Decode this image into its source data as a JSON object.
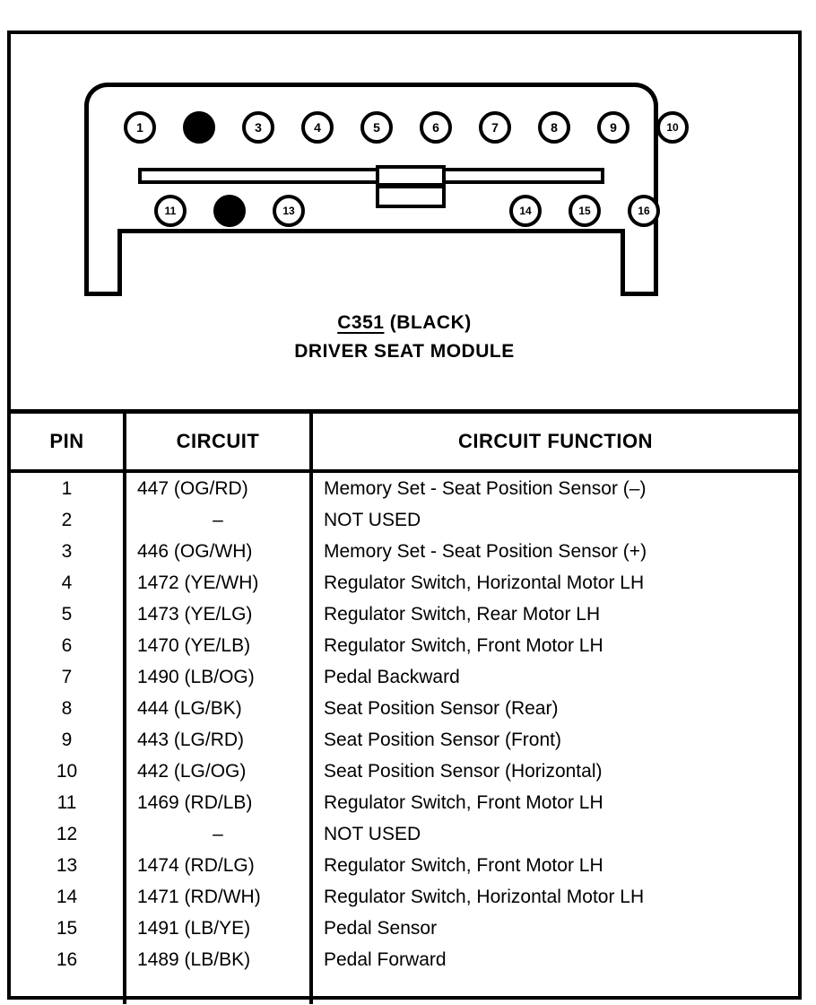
{
  "connector": {
    "label_id": "C351",
    "label_color": "(BLACK)",
    "label_name": "DRIVER SEAT MODULE",
    "top_row_pins": [
      {
        "number": "1",
        "filled": false
      },
      {
        "number": "2",
        "filled": true
      },
      {
        "number": "3",
        "filled": false
      },
      {
        "number": "4",
        "filled": false
      },
      {
        "number": "5",
        "filled": false
      },
      {
        "number": "6",
        "filled": false
      },
      {
        "number": "7",
        "filled": false
      },
      {
        "number": "8",
        "filled": false
      },
      {
        "number": "9",
        "filled": false
      },
      {
        "number": "10",
        "filled": false
      }
    ],
    "bottom_row_pins": [
      {
        "number": "11",
        "filled": false
      },
      {
        "number": "12",
        "filled": true
      },
      {
        "number": "13",
        "filled": false
      },
      {
        "number": "14",
        "filled": false
      },
      {
        "number": "15",
        "filled": false
      },
      {
        "number": "16",
        "filled": false
      }
    ]
  },
  "table": {
    "headers": {
      "pin": "PIN",
      "circuit": "CIRCUIT",
      "function": "CIRCUIT FUNCTION"
    },
    "rows": [
      {
        "pin": "1",
        "circuit": "447 (OG/RD)",
        "function": "Memory Set - Seat Position Sensor (–)"
      },
      {
        "pin": "2",
        "circuit": "–",
        "function": "NOT USED"
      },
      {
        "pin": "3",
        "circuit": "446 (OG/WH)",
        "function": "Memory Set - Seat Position Sensor (+)"
      },
      {
        "pin": "4",
        "circuit": "1472 (YE/WH)",
        "function": "Regulator Switch, Horizontal Motor LH"
      },
      {
        "pin": "5",
        "circuit": "1473 (YE/LG)",
        "function": "Regulator Switch, Rear Motor LH"
      },
      {
        "pin": "6",
        "circuit": "1470 (YE/LB)",
        "function": "Regulator Switch, Front Motor LH"
      },
      {
        "pin": "7",
        "circuit": "1490 (LB/OG)",
        "function": "Pedal Backward"
      },
      {
        "pin": "8",
        "circuit": "444 (LG/BK)",
        "function": "Seat Position Sensor (Rear)"
      },
      {
        "pin": "9",
        "circuit": "443 (LG/RD)",
        "function": "Seat Position Sensor (Front)"
      },
      {
        "pin": "10",
        "circuit": "442 (LG/OG)",
        "function": "Seat Position Sensor (Horizontal)"
      },
      {
        "pin": "11",
        "circuit": "1469 (RD/LB)",
        "function": "Regulator Switch, Front Motor LH"
      },
      {
        "pin": "12",
        "circuit": "–",
        "function": "NOT USED"
      },
      {
        "pin": "13",
        "circuit": "1474 (RD/LG)",
        "function": "Regulator Switch, Front Motor LH"
      },
      {
        "pin": "14",
        "circuit": "1471 (RD/WH)",
        "function": "Regulator Switch, Horizontal Motor LH"
      },
      {
        "pin": "15",
        "circuit": "1491 (LB/YE)",
        "function": "Pedal Sensor"
      },
      {
        "pin": "16",
        "circuit": "1489 (LB/BK)",
        "function": "Pedal Forward"
      }
    ]
  },
  "colors": {
    "ink": "#000000",
    "paper": "#ffffff"
  }
}
